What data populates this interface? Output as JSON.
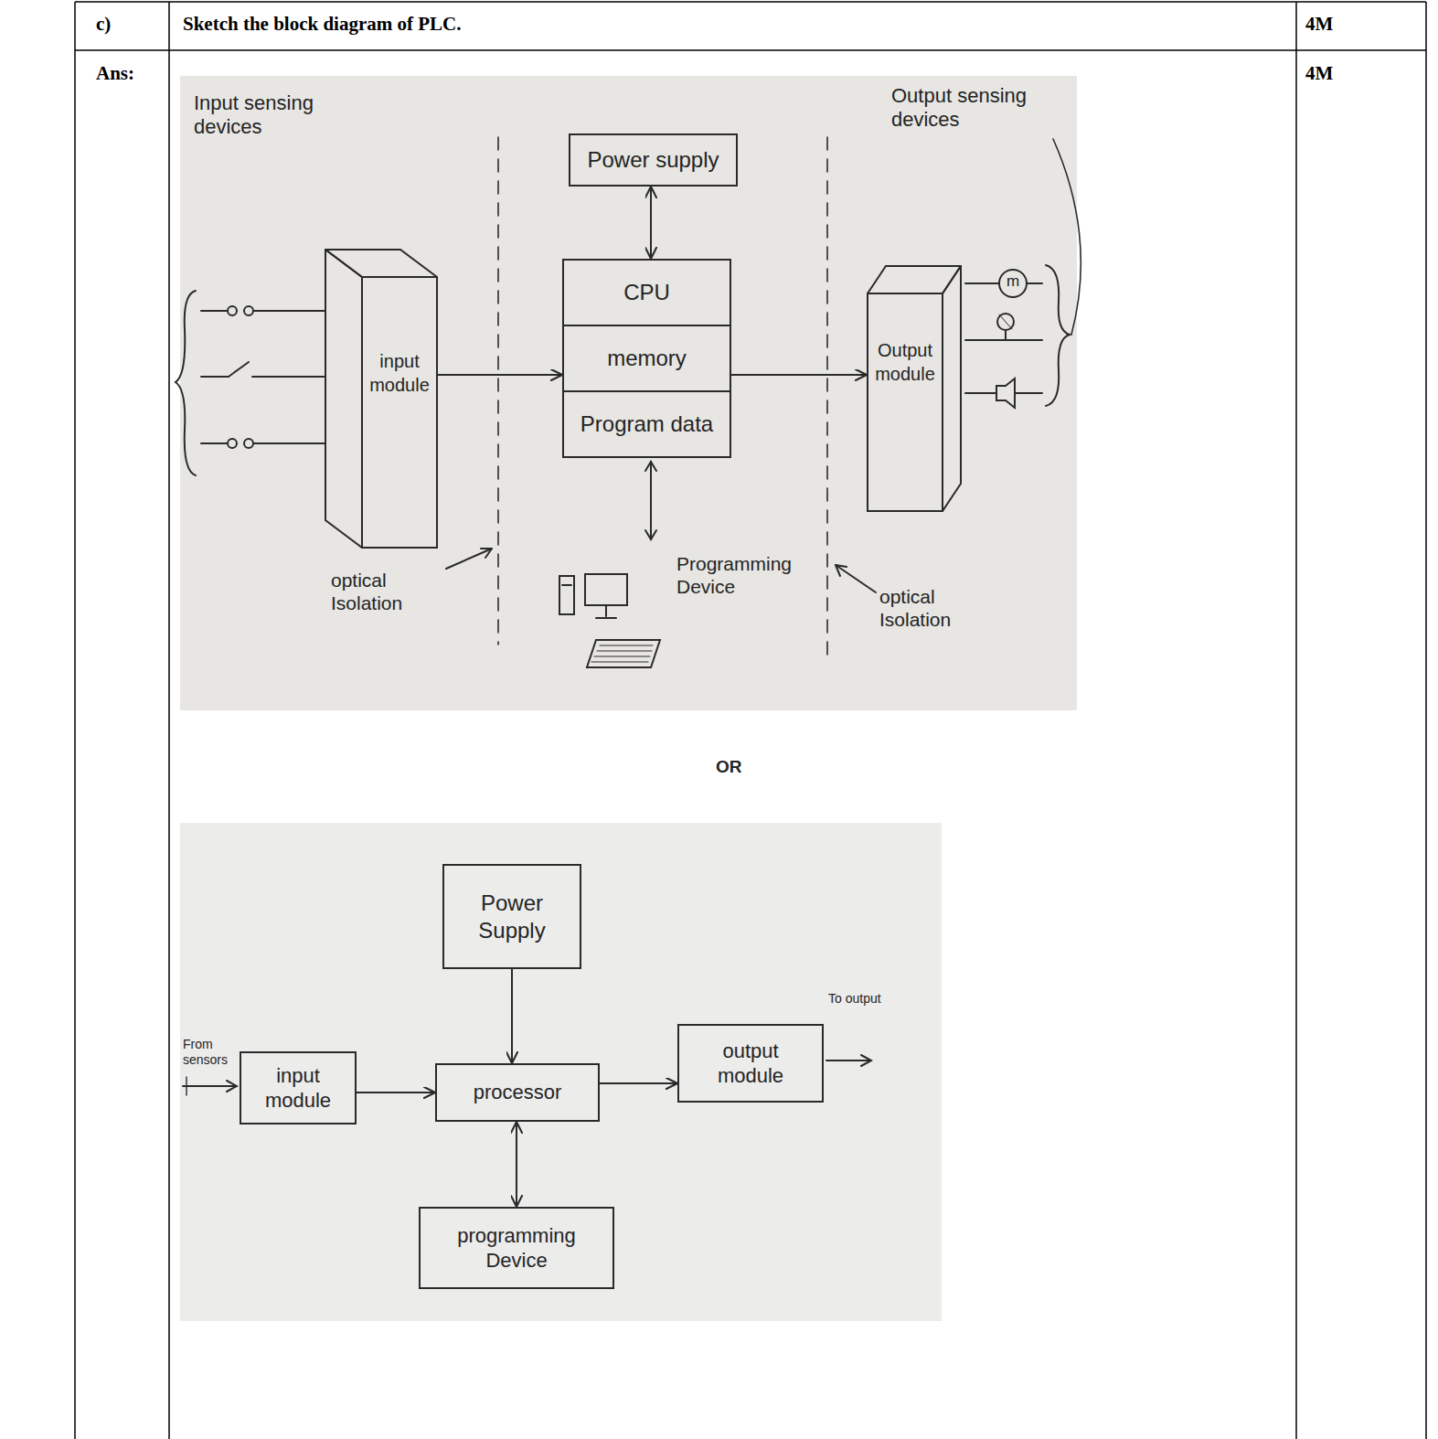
{
  "diagram": {
    "nodes": [
      {
        "text": [
          "Power supply"
        ]
      },
      {
        "text": [
          "input module"
        ]
      },
      {
        "text": [
          "CPU",
          "memory",
          "Program data"
        ]
      },
      {
        "text": [
          "Output module"
        ]
      },
      {
        "text": [
          "Power Supply"
        ]
      },
      {
        "text": [
          "input module"
        ]
      },
      {
        "text": [
          "processor"
        ]
      },
      {
        "text": [
          "output module"
        ]
      },
      {
        "text": [
          "programming Device"
        ]
      }
    ],
    "edges": [
      {
        "from": 1,
        "to": 2,
        "arrow": "to"
      },
      {
        "from": 0,
        "to": 2,
        "arrow": "both"
      },
      {
        "from": 2,
        "to": 3,
        "arrow": "to"
      },
      {
        "from": 4,
        "to": 6,
        "arrow": "to"
      },
      {
        "from": 5,
        "to": 6,
        "arrow": "to"
      },
      {
        "from": 6,
        "to": 7,
        "arrow": "to"
      },
      {
        "from": 6,
        "to": 8,
        "arrow": "both"
      }
    ],
    "labels": [
      "c)",
      "Sketch the block diagram of PLC.",
      "4M",
      "Ans:",
      "4M",
      "Input sensing devices",
      "Output sensing devices",
      "m",
      "optical Isolation",
      "Programming Device",
      "optical Isolation",
      "OR",
      "From sensors",
      "To output"
    ]
  }
}
